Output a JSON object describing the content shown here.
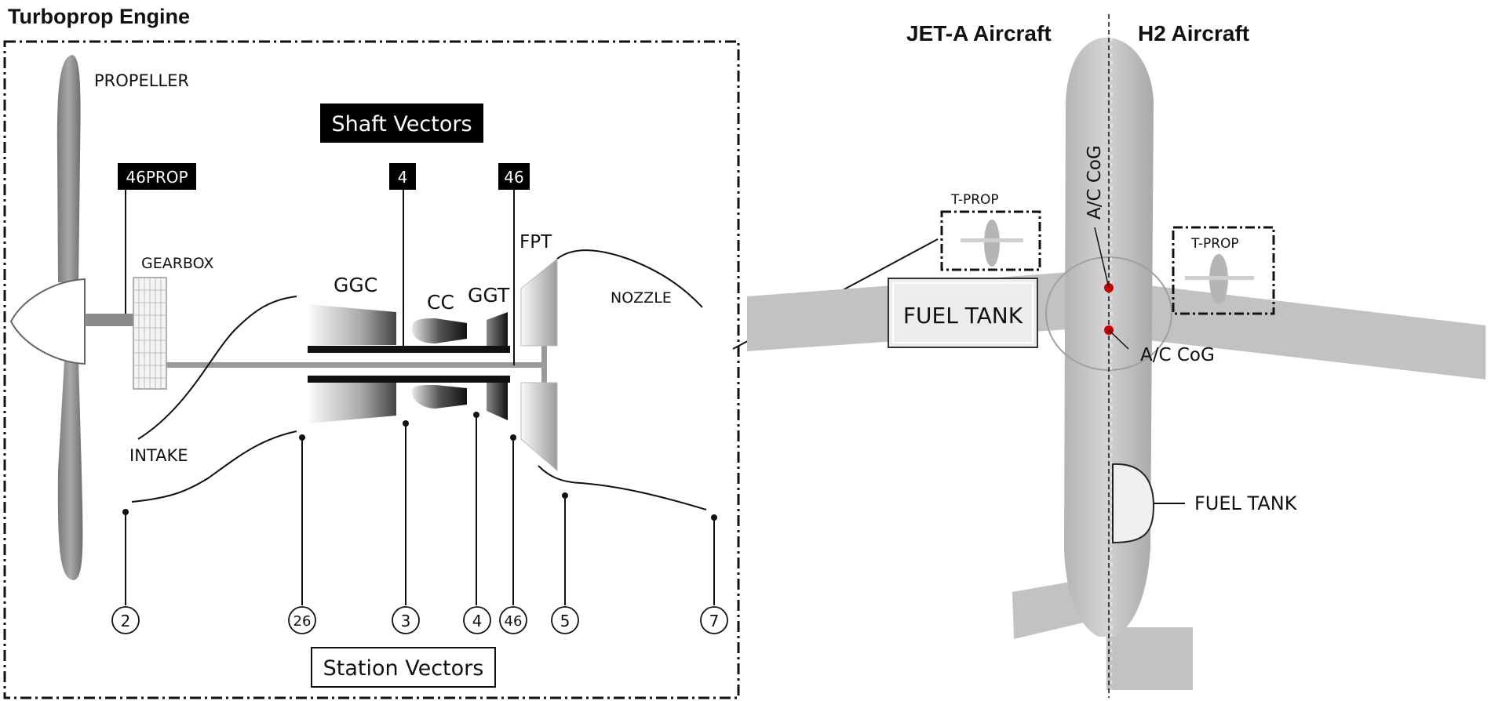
{
  "engine": {
    "title": "Turboprop Engine",
    "propeller": "PROPELLER",
    "gearbox": "GEARBOX",
    "intake": "INTAKE",
    "nozzle": "NOZZLE",
    "ggc": "GGC",
    "cc": "CC",
    "ggt": "GGT",
    "fpt": "FPT",
    "shaft_vectors": {
      "title": "Shaft Vectors",
      "items": [
        "46PROP",
        "4",
        "46"
      ]
    },
    "station_vectors": {
      "title": "Station Vectors",
      "items": [
        "2",
        "26",
        "3",
        "4",
        "46",
        "5",
        "7"
      ]
    }
  },
  "aircraft": {
    "jet_title": "JET-A Aircraft",
    "h2_title": "H2 Aircraft",
    "tprop_left": "T-PROP",
    "tprop_right": "T-PROP",
    "cog_left": "A/C CoG",
    "cog_right": "A/C CoG",
    "fuel_tank_wing": "FUEL TANK",
    "fuel_tank_fuselage": "FUEL TANK"
  },
  "colors": {
    "aircraft_body": "#c7c7c7",
    "cog_marker": "#cc0000",
    "label_box": "#000000"
  }
}
